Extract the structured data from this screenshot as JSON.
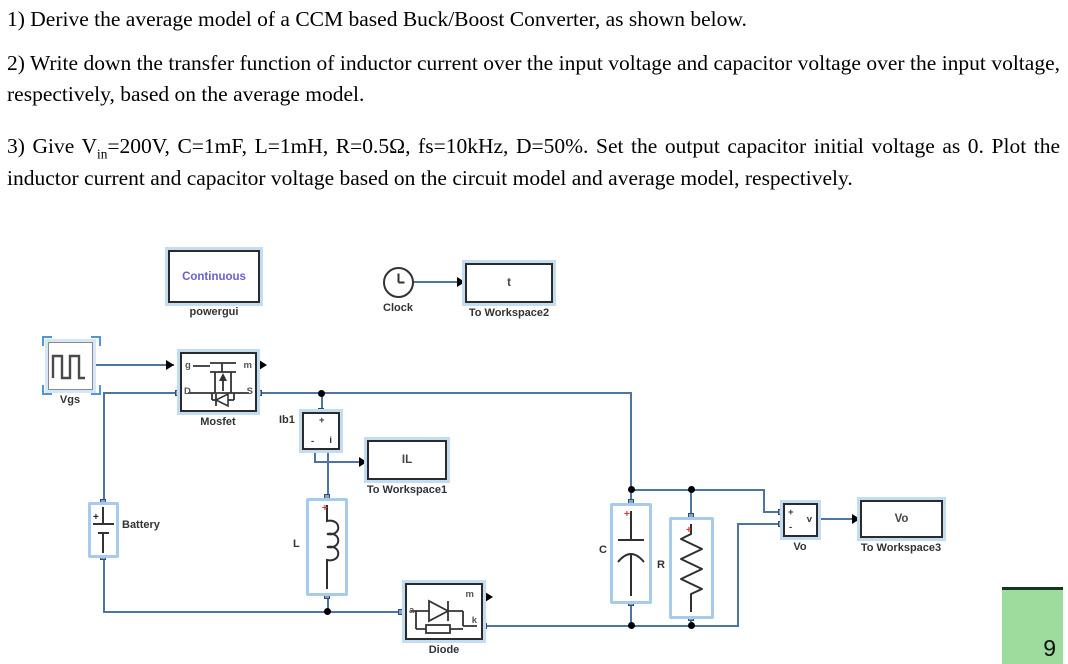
{
  "page": {
    "number": "9"
  },
  "problem": {
    "item1": "1) Derive the average model of a CCM based Buck/Boost Converter, as shown below.",
    "item2": "2) Write down the transfer function of inductor current over the input voltage and capacitor voltage over the input voltage, respectively, based on the average model.",
    "item3_pre": "3) Give V",
    "item3_sub": "in",
    "item3_post": "=200V, C=1mF, L=1mH, R=0.5Ω, fs=10kHz, D=50%. Set the output capacitor initial voltage as 0. Plot the inductor current and capacitor voltage based on the circuit model and average model, respectively."
  },
  "diagram": {
    "powergui": {
      "mode": "Continuous",
      "label": "powergui"
    },
    "clock": {
      "label": "Clock"
    },
    "to_workspace2": {
      "variable": "t",
      "label": "To Workspace2"
    },
    "vgs": {
      "label": "Vgs"
    },
    "mosfet": {
      "label": "Mosfet",
      "port_g": "g",
      "port_m": "m",
      "port_d": "D",
      "port_s": "S"
    },
    "ib1": {
      "label": "Ib1",
      "port_plus": "+",
      "port_minus": "-",
      "port_i": "i"
    },
    "to_workspace1": {
      "variable": "IL",
      "label": "To Workspace1"
    },
    "battery": {
      "label": "Battery",
      "plus": "+"
    },
    "inductor": {
      "label": "L",
      "plus": "+"
    },
    "diode": {
      "label": "Diode",
      "port_m": "m",
      "port_a": "a",
      "port_k": "k"
    },
    "capacitor": {
      "label": "C",
      "plus": "+"
    },
    "resistor": {
      "label": "R",
      "plus": "+"
    },
    "vo_meter": {
      "label": "Vo",
      "port_plus": "+",
      "port_minus": "-",
      "port_v": "v"
    },
    "to_workspace3": {
      "variable": "Vo",
      "label": "To Workspace3"
    }
  },
  "colors": {
    "wire": "#4d74a3",
    "block_glow": "#c2dcf2",
    "element_frame": "#a6cbee",
    "continuous_text": "#6a5fd0",
    "plus_mark_red": "#d03a3a",
    "page_box_fill": "#9edc9e",
    "page_box_border": "#14381f"
  }
}
